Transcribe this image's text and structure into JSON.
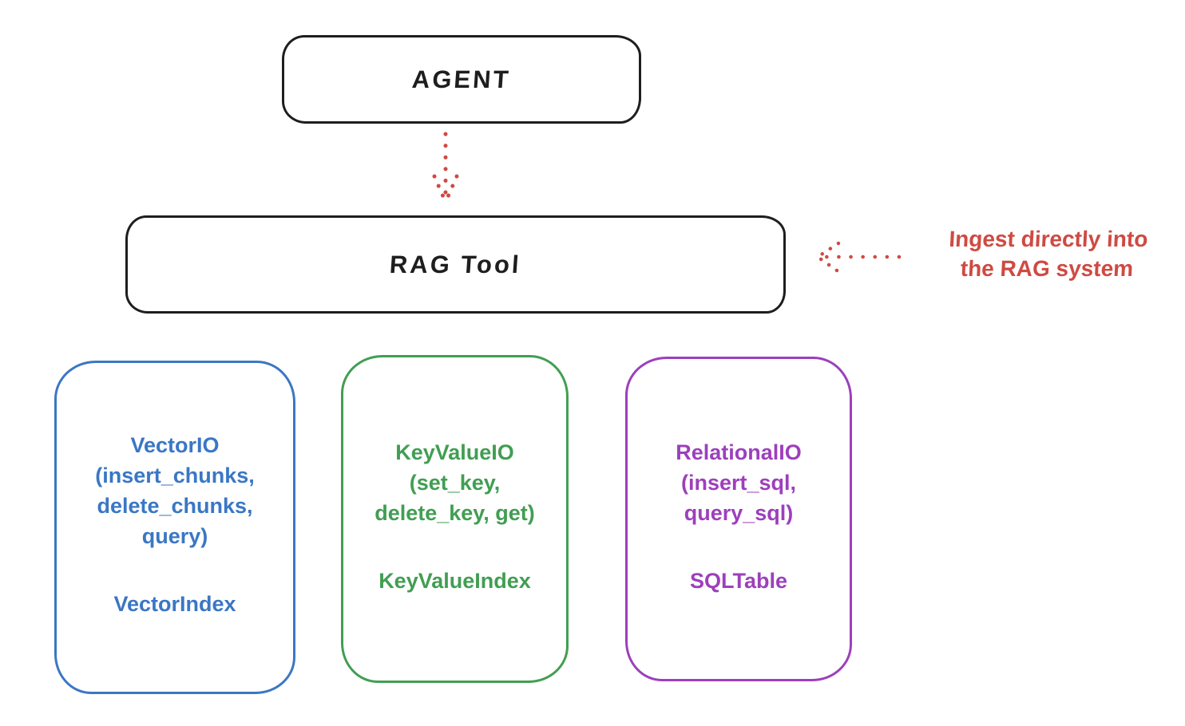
{
  "colors": {
    "ink": "#1e1e1e",
    "red": "#cf4a42",
    "blue": "#3a77c4",
    "green": "#419e52",
    "purple": "#9d3fbd",
    "background": "#ffffff"
  },
  "agent_box": {
    "label": "AGENT"
  },
  "rag_tool_box": {
    "label": "RAG Tool"
  },
  "ingest_annotation": {
    "line1": "Ingest directly into",
    "line2": "the RAG system"
  },
  "arrows": {
    "agent_to_rag": "dotted-arrow-down",
    "annotation_to_rag": "dotted-arrow-left"
  },
  "modules": [
    {
      "name": "vector-io",
      "color": "#3a77c4",
      "lines": [
        "VectorIO",
        "(insert_chunks,",
        "delete_chunks,",
        "query)"
      ],
      "index_label": "VectorIndex"
    },
    {
      "name": "key-value-io",
      "color": "#419e52",
      "lines": [
        "KeyValueIO",
        "(set_key,",
        "delete_key, get)"
      ],
      "index_label": "KeyValueIndex"
    },
    {
      "name": "relational-io",
      "color": "#9d3fbd",
      "lines": [
        "RelationalIO",
        "(insert_sql,",
        "query_sql)"
      ],
      "index_label": "SQLTable"
    }
  ]
}
